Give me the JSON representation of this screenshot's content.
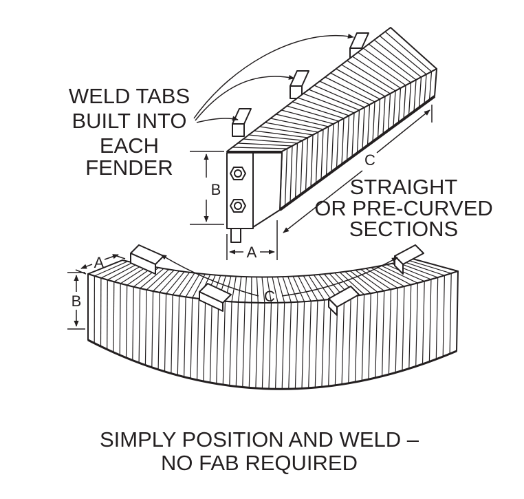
{
  "labels": {
    "weld_tabs_line1": "WELD TABS",
    "weld_tabs_line2": "BUILT INTO",
    "weld_tabs_line3": "EACH",
    "weld_tabs_line4": "FENDER",
    "straight_line1": "STRAIGHT",
    "straight_line2": "OR PRE-CURVED",
    "straight_line3": "SECTIONS",
    "caption_line1": "SIMPLY POSITION AND WELD –",
    "caption_line2": "NO FAB REQUIRED"
  },
  "dimensions": {
    "straight_a": "A",
    "straight_b": "B",
    "straight_c": "C",
    "curved_a": "A",
    "curved_b": "B",
    "curved_c": "C"
  },
  "colors": {
    "ink": "#231f20",
    "background": "#ffffff"
  }
}
